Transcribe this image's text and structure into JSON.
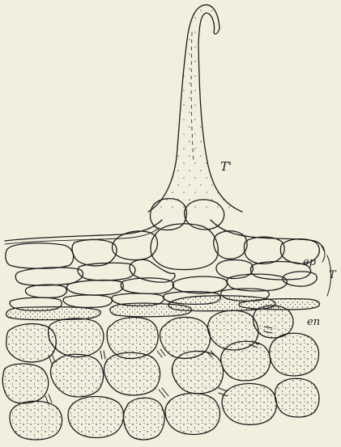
{
  "figure": {
    "background": "#f3efdf",
    "ink": "#1c1c1c",
    "labels": {
      "trichome": "T'",
      "epidermis": "ep",
      "cortex": "T",
      "endodermis": "en"
    }
  }
}
